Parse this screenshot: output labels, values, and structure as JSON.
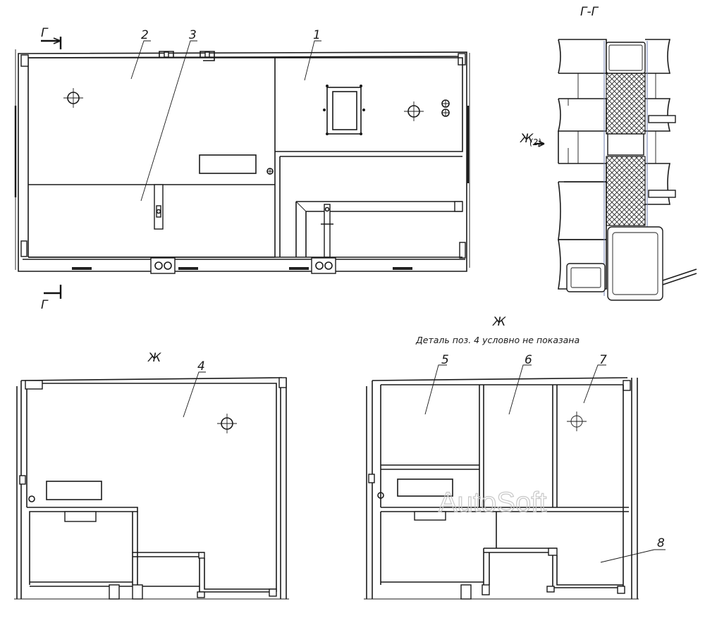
{
  "section_mark": "Г",
  "section_title": "Г-Г",
  "view_mark": "Ж",
  "view_ref_mark": "Ж",
  "view_ref_sheet": "(2)",
  "view_title_bottom_left": "Ж",
  "view_title_bottom_right": "Ж",
  "note": "Деталь поз. 4 условно не показана",
  "watermark": "AutoSoft",
  "callouts": [
    "1",
    "2",
    "3",
    "4",
    "5",
    "6",
    "7",
    "8"
  ]
}
